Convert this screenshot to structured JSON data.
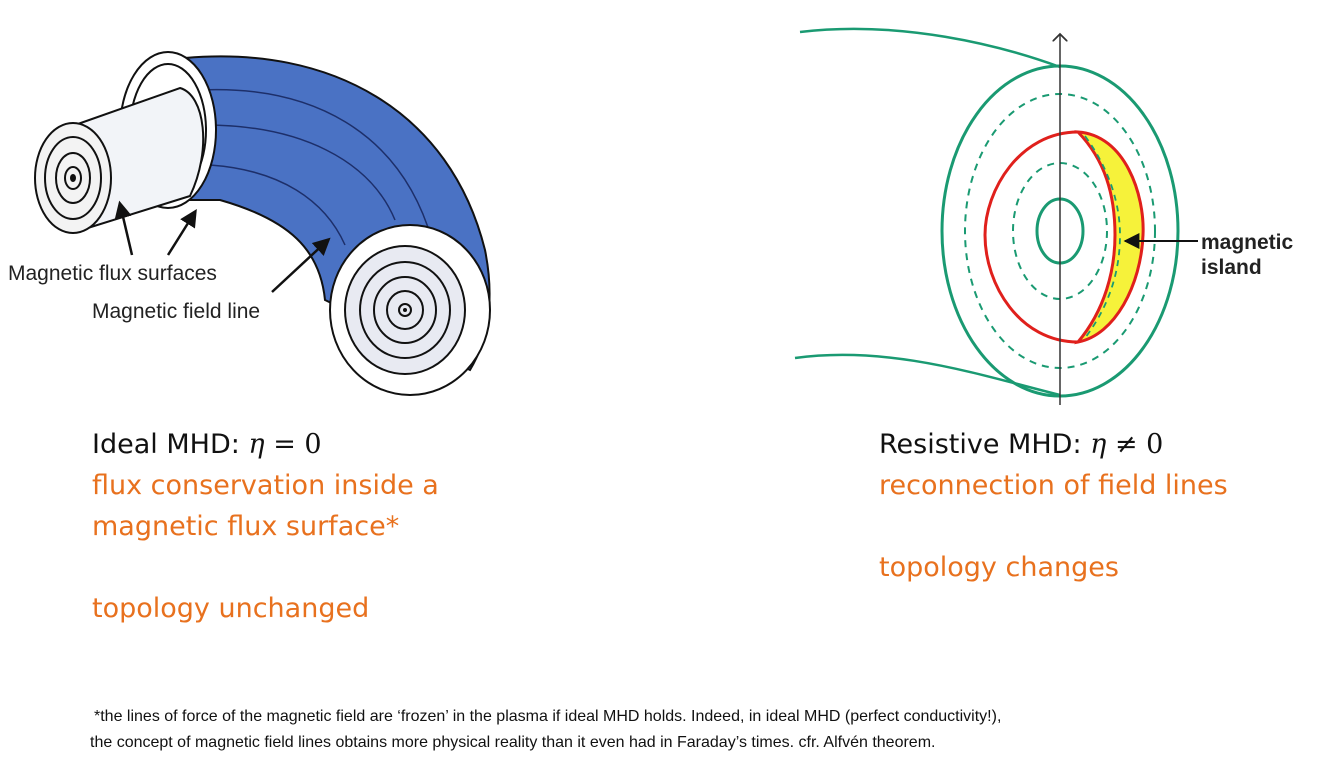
{
  "left_diagram": {
    "label_flux_surfaces": "Magnetic flux surfaces",
    "label_field_line": "Magnetic field line"
  },
  "right_diagram": {
    "island_label_line1": "magnetic",
    "island_label_line2": "island"
  },
  "left_text": {
    "heading_prefix": "Ideal MHD: ",
    "heading_symbol": "η",
    "heading_relation": " = ",
    "heading_value": "0",
    "line1": "flux conservation inside a",
    "line2": "magnetic flux surface*",
    "line3": "topology unchanged"
  },
  "right_text": {
    "heading_prefix": "Resistive MHD: ",
    "heading_symbol": "η",
    "heading_relation": " ≠ ",
    "heading_value": "0",
    "line1": "reconnection of field lines",
    "line2": "topology changes"
  },
  "footnote": {
    "line1": "*the lines of force of the magnetic field are ‘frozen’ in the plasma if ideal MHD holds. Indeed, in ideal MHD (perfect conductivity!),",
    "line2": "the concept of magnetic field lines obtains more physical reality than it even had in Faraday’s times. cfr. Alfvén theorem."
  },
  "colors": {
    "orange_text": "#e8711e",
    "tube_blue": "#4a72c4",
    "island_green": "#1a9a72",
    "island_red": "#e0201c",
    "island_yellow": "#f6f23a"
  }
}
